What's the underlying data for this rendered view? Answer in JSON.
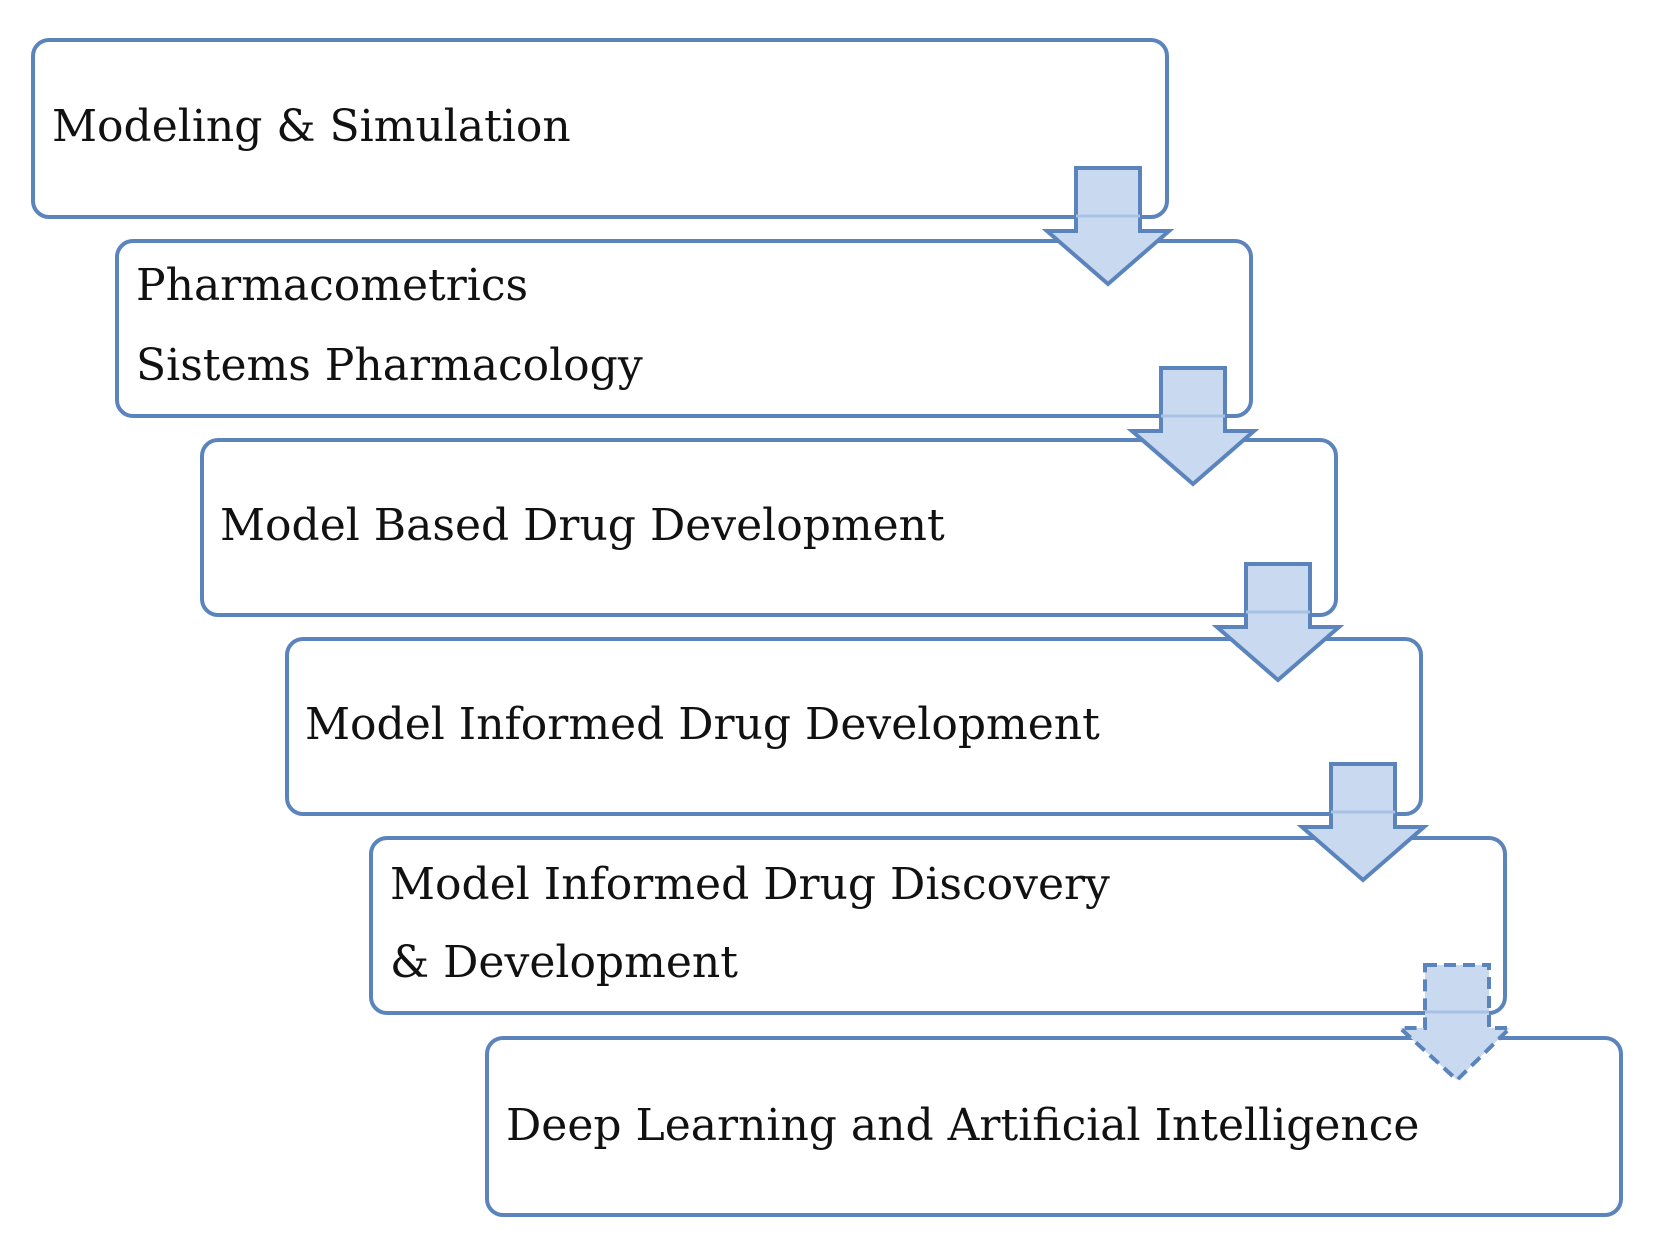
{
  "stages": [
    {
      "lines": [
        "Modeling & Simulation"
      ]
    },
    {
      "lines": [
        "Pharmacometrics",
        "Sistems Pharmacology"
      ]
    },
    {
      "lines": [
        "Model Based Drug Development"
      ]
    },
    {
      "lines": [
        "Model Informed Drug Development"
      ]
    },
    {
      "lines": [
        "Model Informed Drug Discovery",
        "& Development"
      ]
    },
    {
      "lines": [
        "Deep Learning and Artificial Intelligence"
      ]
    }
  ],
  "arrows": [
    {
      "style": "solid"
    },
    {
      "style": "solid"
    },
    {
      "style": "solid"
    },
    {
      "style": "solid"
    },
    {
      "style": "dashed"
    }
  ],
  "colors": {
    "box_border": "#5b84bd",
    "arrow_fill": "#c8d9f0",
    "text": "#111111"
  }
}
